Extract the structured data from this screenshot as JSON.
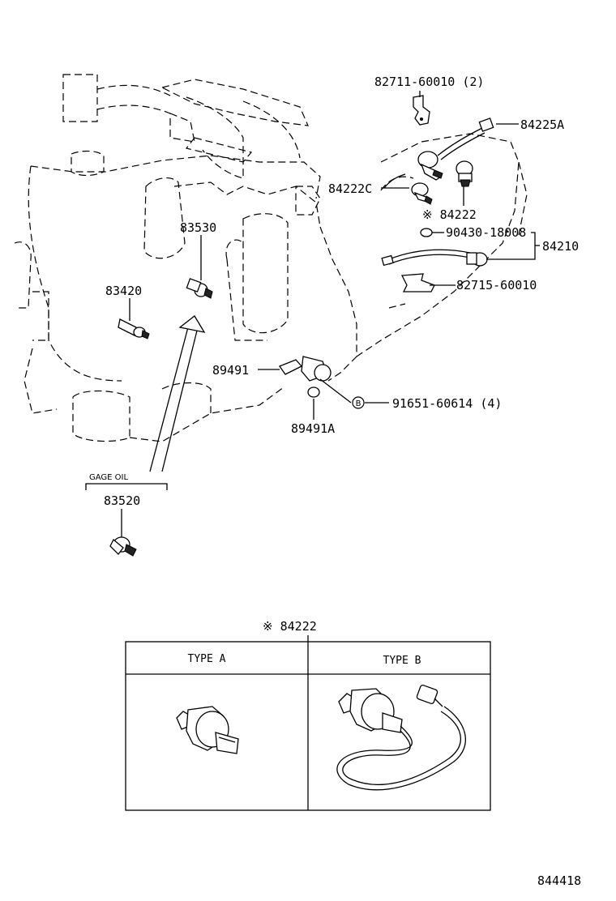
{
  "labels": {
    "p82711": "82711-60010 (2)",
    "p84225A": "84225A",
    "p84222C": "84222C",
    "p84222": "※ 84222",
    "p90430": "90430-18008",
    "p84210": "84210",
    "p82715": "82715-60010",
    "p83530": "83530",
    "p83420": "83420",
    "p89491": "89491",
    "p91651": "91651-60614 (4)",
    "p89491A": "89491A",
    "bolt_marker": "B",
    "gage_oil": "GAGE OIL",
    "p83520": "83520"
  },
  "table": {
    "title": "※ 84222",
    "col_a": "TYPE A",
    "col_b": "TYPE B"
  },
  "diagram_id": "844418"
}
